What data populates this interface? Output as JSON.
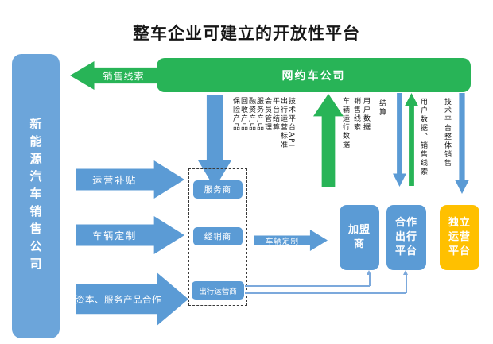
{
  "title": "整车企业可建立的开放性平台",
  "colors": {
    "green": "#28B457",
    "blue": "#5B9BD5",
    "tall_blue": "#6CA5DA",
    "orange": "#FFC000",
    "connector": "#7CA9DC"
  },
  "left_company": {
    "label": "新能源汽车销售公司"
  },
  "network_company": {
    "label": "网约车公司"
  },
  "arrows": {
    "sales_leads": "销售线索",
    "operation_subsidy": "运营补贴",
    "vehicle_customization": "车辆定制",
    "capital_cooperation": "资本、服务产品合作",
    "vehicle_customization_mid": "车辆定制"
  },
  "flows": {
    "down_labels": [
      "保险产品",
      "回收产品",
      "融资产品",
      "服务产品",
      "会员管理",
      "平台结算",
      "出行运营标准",
      "技术平台API"
    ],
    "up_labels": [
      "车辆运行数据",
      "销售线索",
      "用户数据"
    ],
    "settlement": "结算",
    "user_data_sales_leads": "用户数据、销售线索",
    "tech_platform_sales": "技术平台整体销售"
  },
  "dashed_group": {
    "service_provider": "服务商",
    "dealer": "经销商",
    "travel_operator": "出行运营商"
  },
  "right_boxes": {
    "franchisee": "加盟商",
    "coop_platform": "合作出行平台",
    "independent_platform": "独立运营平台"
  }
}
